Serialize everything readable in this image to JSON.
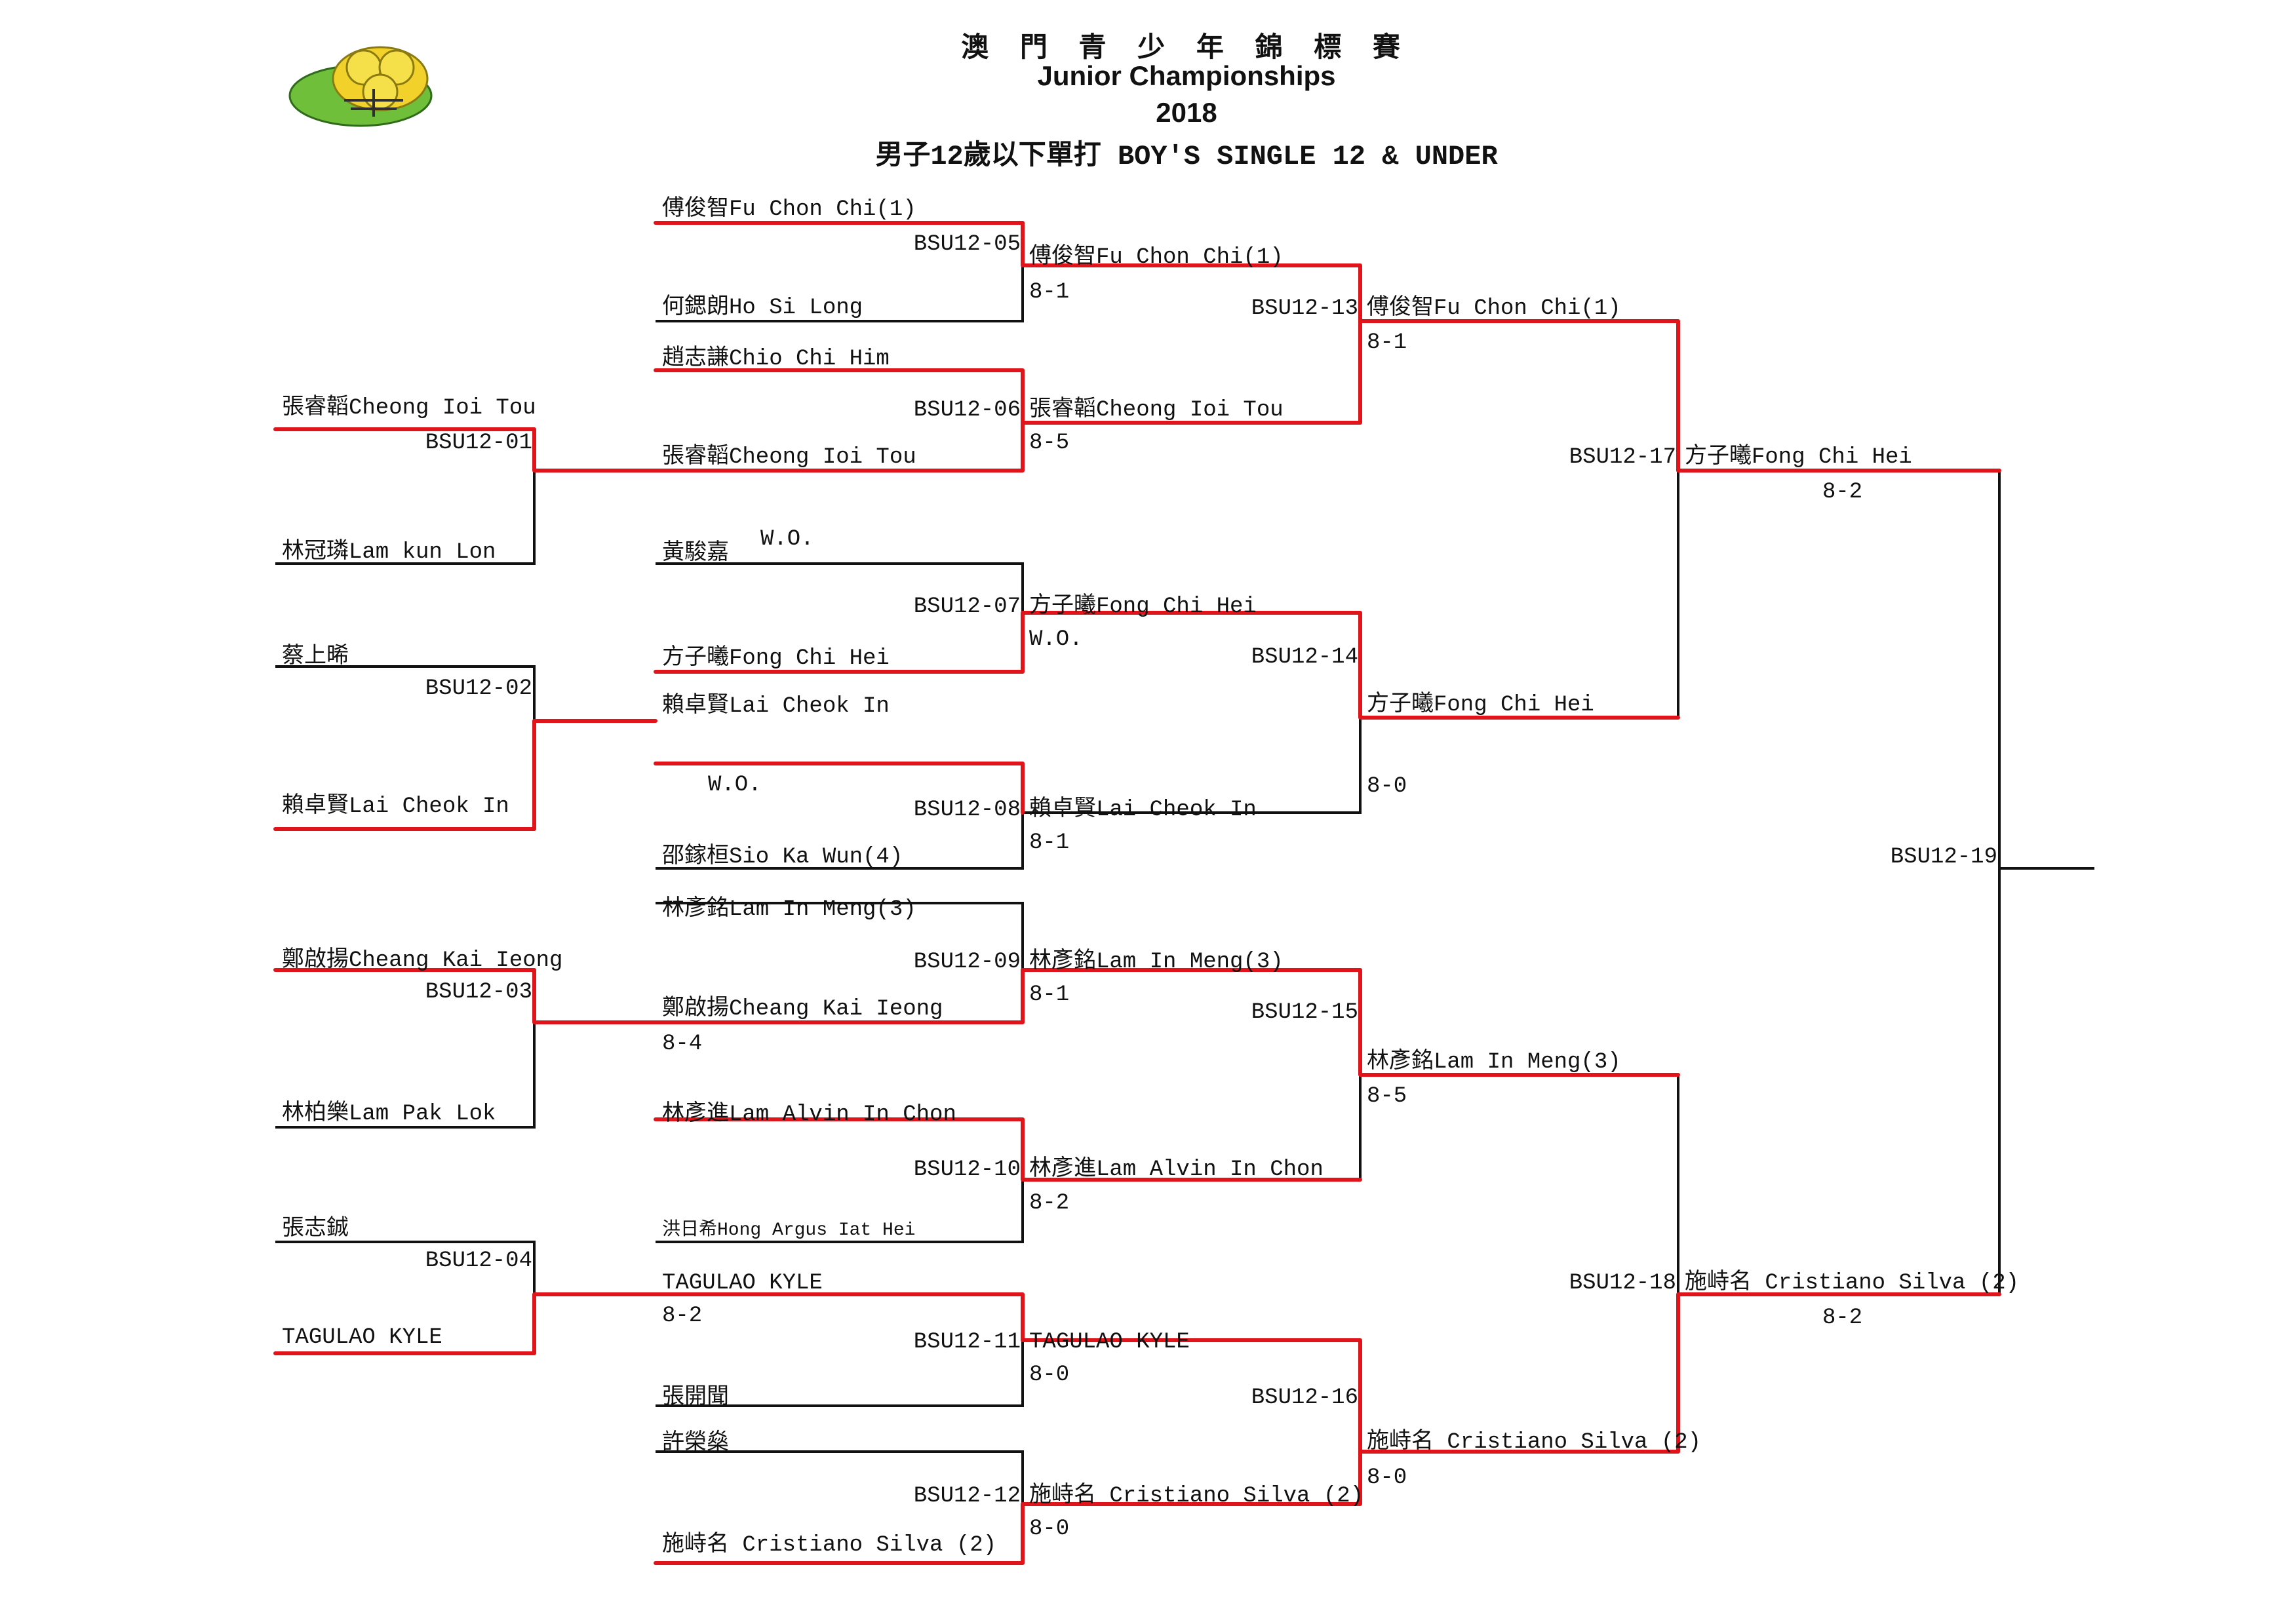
{
  "header": {
    "title_zh": "澳 門 青 少 年 錦 標 賽",
    "title_en": "Junior Championships",
    "year": "2018",
    "event": "男子12歲以下單打 BOY'S SINGLE 12 & UNDER"
  },
  "colors": {
    "line": "#111111",
    "winner_path": "#e0141b",
    "logo_green": "#6fbf3a",
    "logo_yellow": "#f2d22a"
  },
  "logo_icon": "championship-ball-logo",
  "round0": {
    "players": [
      "張睿韜Cheong Ioi Tou",
      "林冠璘Lam kun Lon",
      "蔡上晞",
      "賴卓賢Lai Cheok In",
      "鄭啟揚Cheang Kai Ieong",
      "林柏樂Lam Pak Lok",
      "張志鋮",
      "TAGULAO KYLE"
    ],
    "matches": [
      "BSU12-01",
      "BSU12-02",
      "BSU12-03",
      "BSU12-04"
    ]
  },
  "round1": {
    "players": [
      "傅俊智Fu Chon Chi(1)",
      "何鍶朗Ho Si Long",
      "趙志謙Chio Chi Him",
      "張睿韜Cheong Ioi Tou",
      "黃駿嘉",
      "方子曦Fong Chi Hei",
      "賴卓賢Lai Cheok In",
      "",
      "邵鎵桓Sio Ka Wun(4)",
      "林彥銘Lam In Meng(3)",
      "鄭啟揚Cheang Kai Ieong",
      "林彥進Lam Alvin In Chon",
      "洪日希Hong Argus Iat Hei",
      "TAGULAO KYLE",
      "張開聞",
      "許榮燊",
      "施峙名 Cristiano Silva (2)"
    ],
    "notes": [
      "W.O.",
      "W.O.",
      "8-4",
      "8-2"
    ],
    "matches": [
      "BSU12-05",
      "BSU12-06",
      "BSU12-07",
      "BSU12-08",
      "BSU12-09",
      "BSU12-10",
      "BSU12-11",
      "BSU12-12"
    ]
  },
  "round2": {
    "players": [
      "傅俊智Fu Chon Chi(1)",
      "張睿韜Cheong Ioi Tou",
      "方子曦Fong Chi Hei",
      "賴卓賢Lai Cheok In",
      "林彥銘Lam In Meng(3)",
      "林彥進Lam Alvin In Chon",
      "TAGULAO KYLE",
      "施峙名 Cristiano Silva (2)"
    ],
    "scores": [
      "8-1",
      "8-5",
      "W.O.",
      "8-1",
      "8-1",
      "8-2",
      "8-0",
      "8-0"
    ],
    "matches": [
      "BSU12-13",
      "BSU12-14",
      "BSU12-15",
      "BSU12-16"
    ]
  },
  "round3": {
    "players": [
      "傅俊智Fu Chon Chi(1)",
      "方子曦Fong Chi Hei",
      "林彥銘Lam In Meng(3)",
      "施峙名 Cristiano Silva (2)"
    ],
    "scores": [
      "8-1",
      "8-0",
      "8-5",
      "8-0"
    ],
    "matches": [
      "BSU12-17",
      "BSU12-18"
    ]
  },
  "round4": {
    "players": [
      "方子曦Fong Chi Hei",
      "施峙名 Cristiano Silva (2)"
    ],
    "scores": [
      "8-2",
      "8-2"
    ],
    "matches": [
      "BSU12-19"
    ]
  }
}
